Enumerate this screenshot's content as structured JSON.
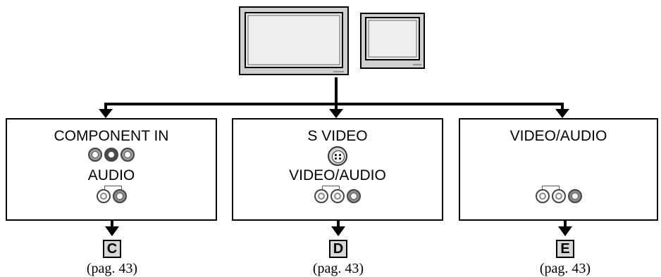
{
  "connectors": [
    {
      "id": "component",
      "title": "COMPONENT IN",
      "sublabel": "AUDIO",
      "letter": "C",
      "page_ref": "(pag. 43)"
    },
    {
      "id": "svideo",
      "title": "S VIDEO",
      "sublabel": "VIDEO/AUDIO",
      "letter": "D",
      "page_ref": "(pag. 43)"
    },
    {
      "id": "video-audio",
      "title": "VIDEO/AUDIO",
      "sublabel": "",
      "letter": "E",
      "page_ref": "(pag. 43)"
    }
  ],
  "colors": {
    "line": "#000000",
    "tv_frame": "#c8c8c8",
    "tv_screen": "#e6e6e6",
    "letter_box": "#d8d8d8"
  },
  "icons": [
    "wide-tv-icon",
    "standard-tv-icon",
    "rca-jack-icon",
    "s-video-jack-icon",
    "down-arrow-icon"
  ]
}
